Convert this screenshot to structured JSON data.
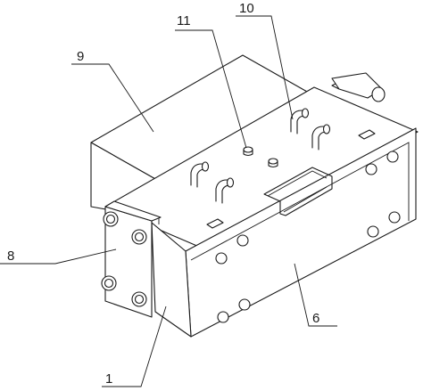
{
  "callouts": [
    {
      "id": "c1",
      "text": "1"
    },
    {
      "id": "c6",
      "text": "6"
    },
    {
      "id": "c8",
      "text": "8"
    },
    {
      "id": "c9",
      "text": "9"
    },
    {
      "id": "c10",
      "text": "10"
    },
    {
      "id": "c11",
      "text": "11"
    }
  ]
}
